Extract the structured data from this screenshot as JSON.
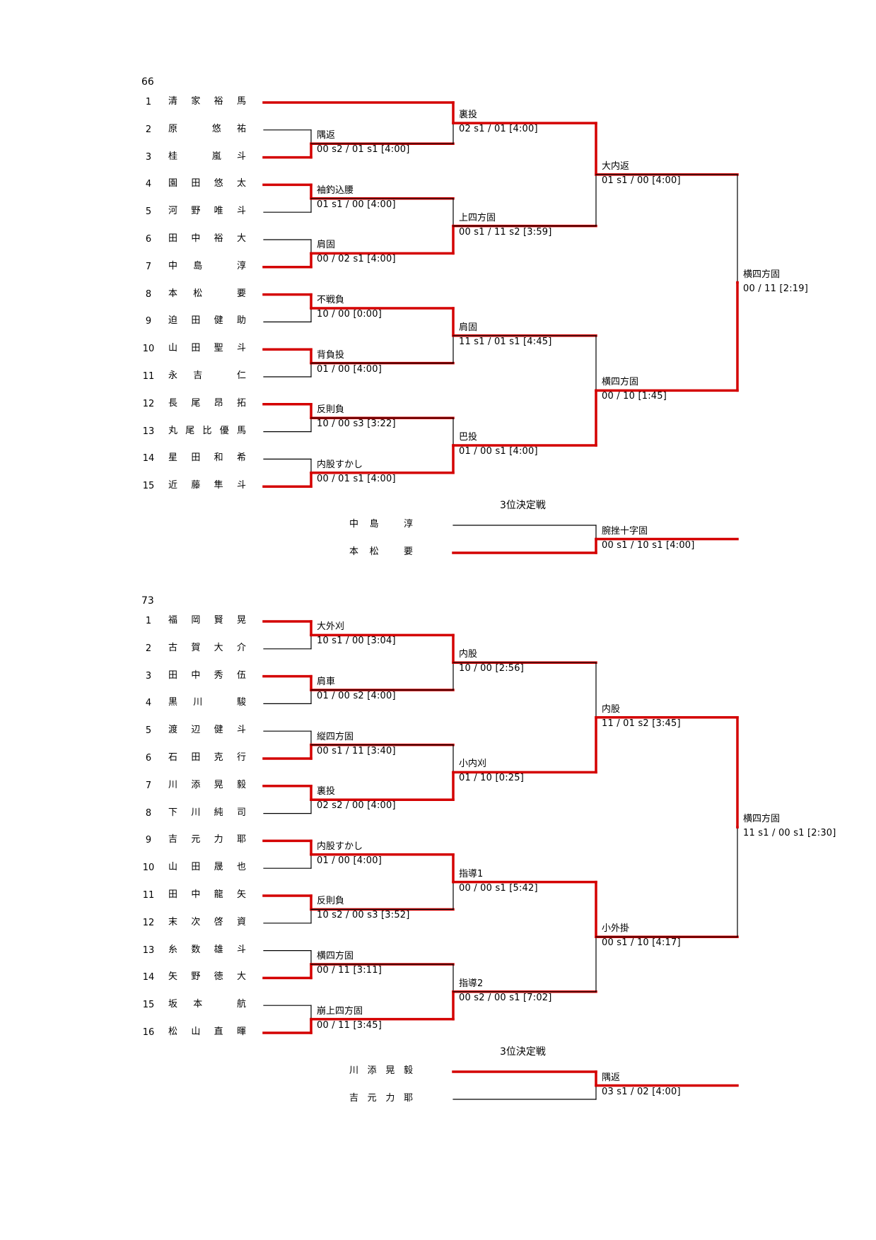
{
  "brackets": [
    {
      "weight": "66",
      "players": [
        {
          "seed": "1",
          "name": "清家裕馬"
        },
        {
          "seed": "2",
          "name": "原　悠祐"
        },
        {
          "seed": "3",
          "name": "桂　嵐斗"
        },
        {
          "seed": "4",
          "name": "園田悠太"
        },
        {
          "seed": "5",
          "name": "河野唯斗"
        },
        {
          "seed": "6",
          "name": "田中裕大"
        },
        {
          "seed": "7",
          "name": "中島　淳"
        },
        {
          "seed": "8",
          "name": "本松　要"
        },
        {
          "seed": "9",
          "name": "迫田健助"
        },
        {
          "seed": "10",
          "name": "山田聖斗"
        },
        {
          "seed": "11",
          "name": "永吉　仁"
        },
        {
          "seed": "12",
          "name": "長尾昂拓"
        },
        {
          "seed": "13",
          "name": "丸尾比優馬"
        },
        {
          "seed": "14",
          "name": "星田和希"
        },
        {
          "seed": "15",
          "name": "近藤隼斗"
        }
      ],
      "matches": [
        {
          "round": 1,
          "a": 1,
          "b": 2,
          "winner": "b",
          "tech": "隅返",
          "score": "00 s2 / 01 s1 [4:00]"
        },
        {
          "round": 1,
          "a": 3,
          "b": 4,
          "winner": "a",
          "tech": "袖釣込腰",
          "score": "01 s1 / 00  [4:00]"
        },
        {
          "round": 1,
          "a": 5,
          "b": 6,
          "winner": "b",
          "tech": "肩固",
          "score": "00  / 02 s1 [4:00]"
        },
        {
          "round": 1,
          "a": 7,
          "b": 8,
          "winner": "a",
          "tech": "不戦負",
          "score": "10  / 00  [0:00]"
        },
        {
          "round": 1,
          "a": 9,
          "b": 10,
          "winner": "a",
          "tech": "背負投",
          "score": "01  / 00  [4:00]"
        },
        {
          "round": 1,
          "a": 11,
          "b": 12,
          "winner": "a",
          "tech": "反則負",
          "score": "10  / 00 s3 [3:22]"
        },
        {
          "round": 1,
          "a": 13,
          "b": 14,
          "winner": "b",
          "tech": "内股すかし",
          "score": "00  / 01 s1 [4:00]"
        },
        {
          "round": 2,
          "a": 0,
          "b": 1,
          "winner": "a",
          "tech": "裏投",
          "score": "02 s1 / 01  [4:00]"
        },
        {
          "round": 2,
          "a": 2,
          "b": 3,
          "winner": "b",
          "tech": "上四方固",
          "score": "00 s1 / 11 s2 [3:59]"
        },
        {
          "round": 2,
          "a": 4,
          "b": 5,
          "winner": "a",
          "tech": "肩固",
          "score": "11 s1 / 01 s1 [4:45]"
        },
        {
          "round": 2,
          "a": 6,
          "b": 7,
          "winner": "b",
          "tech": "巴投",
          "score": "01  / 00 s1 [4:00]"
        },
        {
          "round": 3,
          "a": 0,
          "b": 1,
          "winner": "a",
          "tech": "大内返",
          "score": "01 s1 / 00  [4:00]"
        },
        {
          "round": 3,
          "a": 2,
          "b": 3,
          "winner": "b",
          "tech": "横四方固",
          "score": "00  / 10 [1:45]"
        },
        {
          "round": 4,
          "a": 0,
          "b": 1,
          "winner": "b",
          "tech": "横四方固",
          "score": "00  / 11  [2:19]"
        }
      ],
      "third": {
        "title": "3位決定戦",
        "a": "中島　淳",
        "b": "本松　要",
        "winner": "b",
        "tech": "腕挫十字固",
        "score": "00 s1 / 10 s1 [4:00]"
      }
    },
    {
      "weight": "73",
      "players": [
        {
          "seed": "1",
          "name": "福岡賢晃"
        },
        {
          "seed": "2",
          "name": "古賀大介"
        },
        {
          "seed": "3",
          "name": "田中秀伍"
        },
        {
          "seed": "4",
          "name": "黒川　駿"
        },
        {
          "seed": "5",
          "name": "渡辺健斗"
        },
        {
          "seed": "6",
          "name": "石田克行"
        },
        {
          "seed": "7",
          "name": "川添晃毅"
        },
        {
          "seed": "8",
          "name": "下川純司"
        },
        {
          "seed": "9",
          "name": "吉元力耶"
        },
        {
          "seed": "10",
          "name": "山田晟也"
        },
        {
          "seed": "11",
          "name": "田中龍矢"
        },
        {
          "seed": "12",
          "name": "末次啓資"
        },
        {
          "seed": "13",
          "name": "糸数雄斗"
        },
        {
          "seed": "14",
          "name": "矢野徳大"
        },
        {
          "seed": "15",
          "name": "坂本　航"
        },
        {
          "seed": "16",
          "name": "松山直暉"
        }
      ],
      "matches": [
        {
          "round": 1,
          "a": 0,
          "b": 1,
          "winner": "a",
          "tech": "大外刈",
          "score": "10 s1 / 00  [3:04]"
        },
        {
          "round": 1,
          "a": 2,
          "b": 3,
          "winner": "a",
          "tech": "肩車",
          "score": "01  / 00 s2 [4:00]"
        },
        {
          "round": 1,
          "a": 4,
          "b": 5,
          "winner": "b",
          "tech": "縦四方固",
          "score": "00 s1 / 11  [3:40]"
        },
        {
          "round": 1,
          "a": 6,
          "b": 7,
          "winner": "a",
          "tech": "裏投",
          "score": "02 s2 / 00  [4:00]"
        },
        {
          "round": 1,
          "a": 8,
          "b": 9,
          "winner": "a",
          "tech": "内股すかし",
          "score": "01  / 00  [4:00]"
        },
        {
          "round": 1,
          "a": 10,
          "b": 11,
          "winner": "a",
          "tech": "反則負",
          "score": "10 s2 / 00 s3 [3:52]"
        },
        {
          "round": 1,
          "a": 12,
          "b": 13,
          "winner": "b",
          "tech": "横四方固",
          "score": "00  / 11  [3:11]"
        },
        {
          "round": 1,
          "a": 14,
          "b": 15,
          "winner": "b",
          "tech": "崩上四方固",
          "score": "00  / 11  [3:45]"
        },
        {
          "round": 2,
          "a": 0,
          "b": 1,
          "winner": "a",
          "tech": "内股",
          "score": "10  / 00  [2:56]"
        },
        {
          "round": 2,
          "a": 2,
          "b": 3,
          "winner": "b",
          "tech": "小内刈",
          "score": "01  / 10  [0:25]"
        },
        {
          "round": 2,
          "a": 4,
          "b": 5,
          "winner": "a",
          "tech": "指導1",
          "score": "00  / 00 s1 [5:42]"
        },
        {
          "round": 2,
          "a": 6,
          "b": 7,
          "winner": "b",
          "tech": "指導2",
          "score": "00 s2 / 00 s1 [7:02]"
        },
        {
          "round": 3,
          "a": 0,
          "b": 1,
          "winner": "b",
          "tech": "内股",
          "score": "11  / 01 s2 [3:45]"
        },
        {
          "round": 3,
          "a": 2,
          "b": 3,
          "winner": "a",
          "tech": "小外掛",
          "score": "00 s1 / 10  [4:17]"
        },
        {
          "round": 4,
          "a": 0,
          "b": 1,
          "winner": "a",
          "tech": "横四方固",
          "score": "11 s1 / 00 s1 [2:30]"
        }
      ],
      "third": {
        "title": "3位決定戦",
        "a": "川添晃毅",
        "b": "吉元力耶",
        "winner": "a",
        "tech": "隅返",
        "score": "03 s1 / 02  [4:00]"
      }
    }
  ],
  "colors": {
    "winner_line": "#d40000",
    "loser_line": "#000000"
  }
}
